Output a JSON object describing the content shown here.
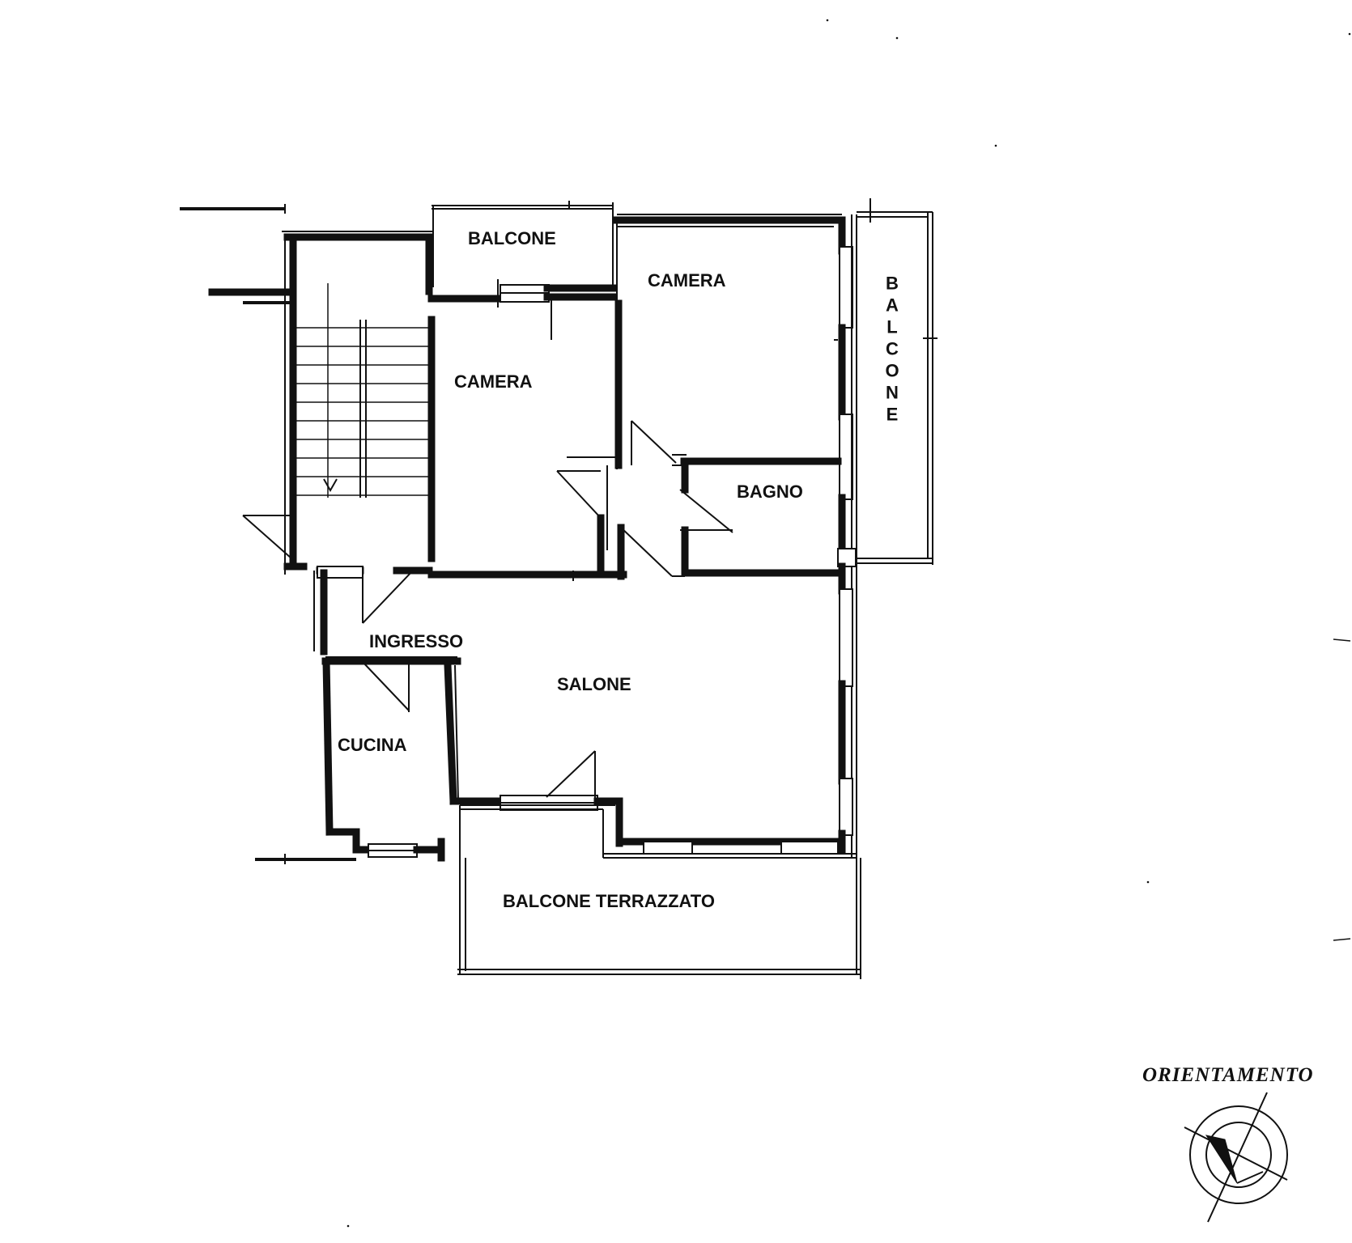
{
  "rooms": {
    "balcone_top": "BALCONE",
    "camera_top_right": "CAMERA",
    "camera_left": "CAMERA",
    "balcone_right": "BALCONE",
    "bagno": "BAGNO",
    "ingresso": "INGRESSO",
    "salone": "SALONE",
    "cucina": "CUCINA",
    "balcone_terrazzato": "BALCONE TERRAZZATO"
  },
  "compass": {
    "title": "ORIENTAMENTO",
    "icon": "compass-rose-icon"
  },
  "colors": {
    "ink": "#111111",
    "paper": "#ffffff"
  }
}
